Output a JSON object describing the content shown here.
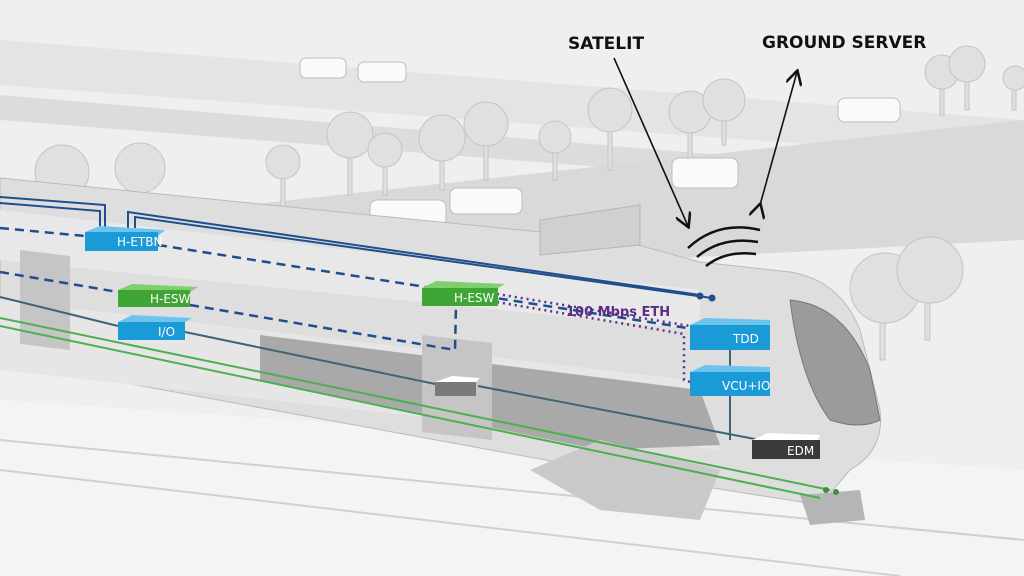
{
  "labels": {
    "satellite": "SATELIT",
    "ground_server": "GROUND SERVER",
    "ethernet": "100 Mbps ETH"
  },
  "components": {
    "h_etbn": "H-ETBN",
    "h_esw_left": "H-ESW",
    "io": "I/O",
    "h_esw_mid": "H-ESW",
    "tdd": "TDD",
    "vcu_io": "VCU+IO",
    "edm": "EDM"
  },
  "colors": {
    "etbn_blue": "#1f4e8c",
    "device_blue": "#1a9ad6",
    "switch_green": "#3fa535",
    "io_line": "#3d6577",
    "power_green": "#4caf50",
    "eth_purple": "#5b2d86",
    "edm_dark": "#3a3a3a"
  }
}
